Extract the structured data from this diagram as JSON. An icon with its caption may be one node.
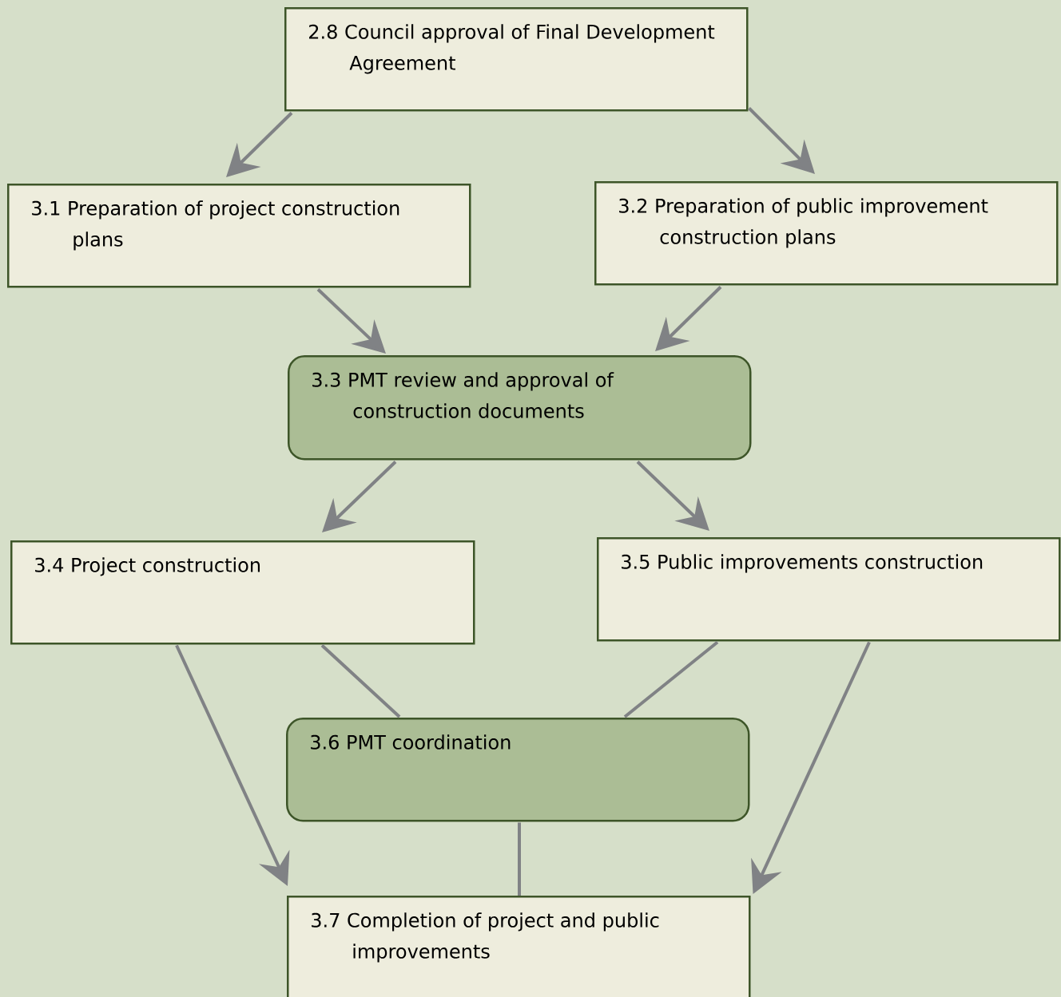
{
  "diagram": {
    "nodes": [
      {
        "text": [
          "2.8 Council approval of Final Development Agreement"
        ]
      },
      {
        "text": [
          "3.1 Preparation of project construction plans"
        ]
      },
      {
        "text": [
          "3.2 Preparation of public improvement construction plans"
        ]
      },
      {
        "text": [
          "3.3 PMT review and approval of construction documents"
        ]
      },
      {
        "text": [
          "3.4 Project construction"
        ]
      },
      {
        "text": [
          "3.5 Public improvements construction"
        ]
      },
      {
        "text": [
          "3.6 PMT coordination"
        ]
      },
      {
        "text": [
          "3.7 Completion of project and public improvements"
        ]
      }
    ],
    "edges": [
      {
        "from": 0,
        "to": 1,
        "arrow": "to"
      },
      {
        "from": 0,
        "to": 2,
        "arrow": "to"
      },
      {
        "from": 1,
        "to": 3,
        "arrow": "to"
      },
      {
        "from": 2,
        "to": 3,
        "arrow": "to"
      },
      {
        "from": 3,
        "to": 4,
        "arrow": "to"
      },
      {
        "from": 3,
        "to": 5,
        "arrow": "to"
      },
      {
        "from": 4,
        "to": 7,
        "arrow": "to"
      },
      {
        "from": 5,
        "to": 7,
        "arrow": "to"
      },
      {
        "from": 4,
        "to": 6,
        "arrow": "none"
      },
      {
        "from": 5,
        "to": 6,
        "arrow": "none"
      },
      {
        "from": 6,
        "to": 7,
        "arrow": "none"
      }
    ]
  }
}
